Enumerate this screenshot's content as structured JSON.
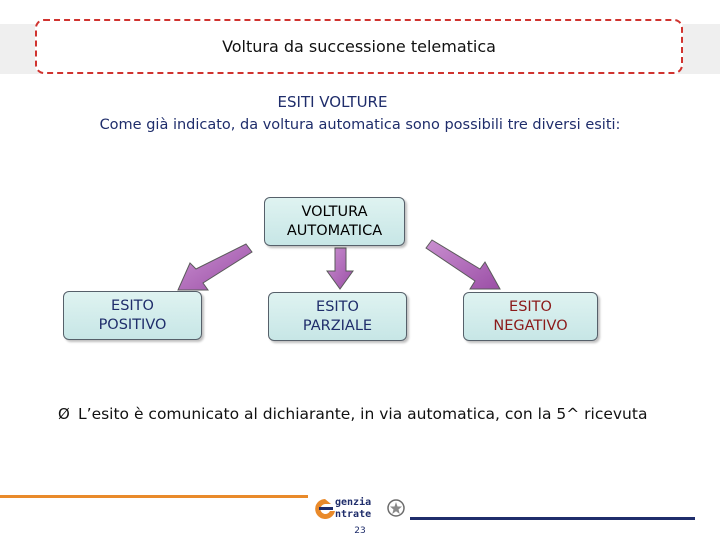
{
  "header": {
    "title": "Voltura da successione telematica"
  },
  "content": {
    "heading": "ESITI VOLTURE",
    "intro": "Come già indicato, da voltura automatica sono possibili tre diversi esiti:"
  },
  "diagram": {
    "source_box": {
      "line1": "VOLTURA",
      "line2": "AUTOMATICA"
    },
    "outcomes": [
      {
        "line1": "ESITO",
        "line2": "POSITIVO"
      },
      {
        "line1": "ESITO",
        "line2": "PARZIALE"
      },
      {
        "line1": "ESITO",
        "line2": "NEGATIVO"
      }
    ]
  },
  "bullets": [
    {
      "marker": "Ø",
      "text": "L’esito è comunicato al dichiarante, in via automatica, con la 5^ ricevuta"
    }
  ],
  "footer": {
    "logo_line1": "genzia",
    "logo_line2": "ntrate",
    "page_number": "23",
    "colors": {
      "orange": "#e98a2a",
      "navy": "#1f2d6b",
      "arrow": "#b768b7"
    }
  }
}
